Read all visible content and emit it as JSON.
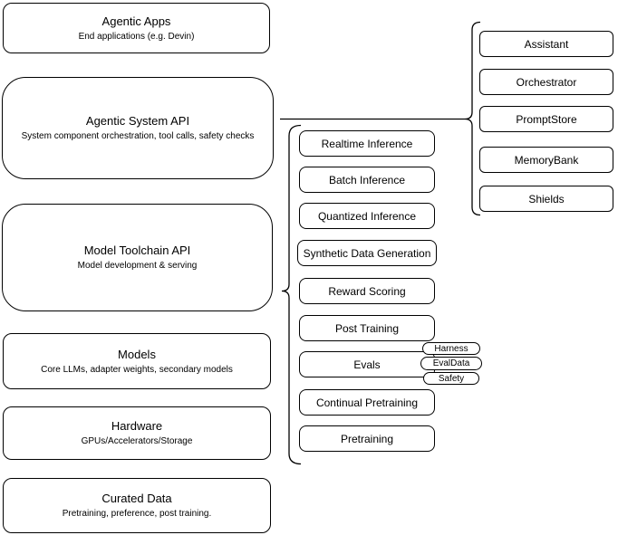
{
  "diagram": {
    "stack_boxes": [
      {
        "title": "Agentic Apps",
        "subtitle": "End applications (e.g. Devin)"
      },
      {
        "title": "Agentic System API",
        "subtitle": "System component orchestration, tool calls, safety checks"
      },
      {
        "title": "Model Toolchain API",
        "subtitle": "Model development & serving"
      },
      {
        "title": "Models",
        "subtitle": "Core LLMs, adapter weights, secondary models"
      },
      {
        "title": "Hardware",
        "subtitle": "GPUs/Accelerators/Storage"
      },
      {
        "title": "Curated Data",
        "subtitle": "Pretraining, preference, post training."
      }
    ],
    "toolchain_group": {
      "items": [
        "Realtime Inference",
        "Batch Inference",
        "Quantized Inference",
        "Synthetic Data Generation",
        "Reward Scoring",
        "Post Training",
        "Evals",
        "Continual Pretraining",
        "Pretraining"
      ],
      "eval_tags": [
        "Harness",
        "EvalData",
        "Safety"
      ]
    },
    "system_group": {
      "items": [
        "Assistant",
        "Orchestrator",
        "PromptStore",
        "MemoryBank",
        "Shields"
      ]
    },
    "colors": {
      "stroke": "#000000",
      "fill": "#ffffff",
      "text": "#000000"
    }
  }
}
